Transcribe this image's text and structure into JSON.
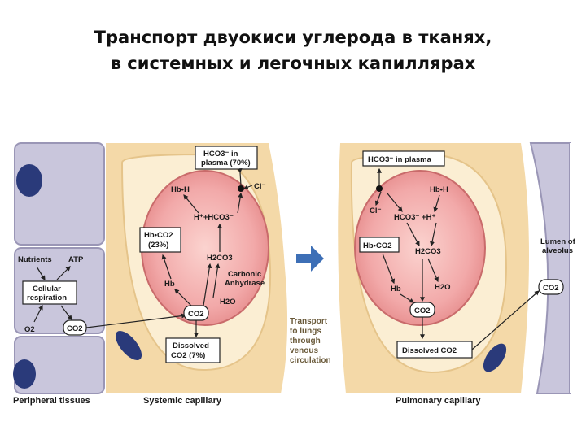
{
  "title": {
    "line1": "Транспорт двуокиси углерода в тканях,",
    "line2": "в системных и легочных капиллярах"
  },
  "tissue": {
    "nutrients": "Nutrients",
    "atp": "ATP",
    "cell_resp_1": "Cellular",
    "cell_resp_2": "respiration",
    "o2": "O2",
    "co2": "CO2",
    "caption": "Peripheral tissues"
  },
  "systemic": {
    "hco3_plasma_1": "HCO3⁻ in",
    "hco3_plasma_2": "plasma (70%)",
    "cl": "Cl⁻",
    "hbh": "Hb•H",
    "h_hco3": "H⁺+HCO3⁻",
    "hbco2_1": "Hb•CO2",
    "hbco2_2": "(23%)",
    "h2co3": "H2CO3",
    "ca_1": "Carbonic",
    "ca_2": "Anhydrase",
    "hb": "Hb",
    "h2o": "H2O",
    "co2": "CO2",
    "dissolved_1": "Dissolved",
    "dissolved_2": "CO2 (7%)",
    "caption": "Systemic capillary"
  },
  "transport_note": [
    "Transport",
    "to lungs",
    "through",
    "venous",
    "circulation"
  ],
  "pulmonary": {
    "hco3_plasma": "HCO3⁻ in plasma",
    "cl": "Cl⁻",
    "hbh": "Hb•H",
    "hco3_h": "HCO3⁻ +H⁺",
    "hbco2": "Hb•CO2",
    "h2co3": "H2CO3",
    "hb": "Hb",
    "h2o": "H2O",
    "co2": "CO2",
    "dissolved": "Dissolved CO2",
    "caption": "Pulmonary capillary"
  },
  "alveolus": {
    "lumen_1": "Lumen of",
    "lumen_2": "alveolus",
    "co2": "CO2"
  },
  "colors": {
    "tissue_cell": "#c9c6dc",
    "nucleus": "#2a3a7a",
    "capillary_wall": "#f4d9a8",
    "rbc": "#f2a9a9",
    "arrow_blue": "#3d6fb6"
  }
}
